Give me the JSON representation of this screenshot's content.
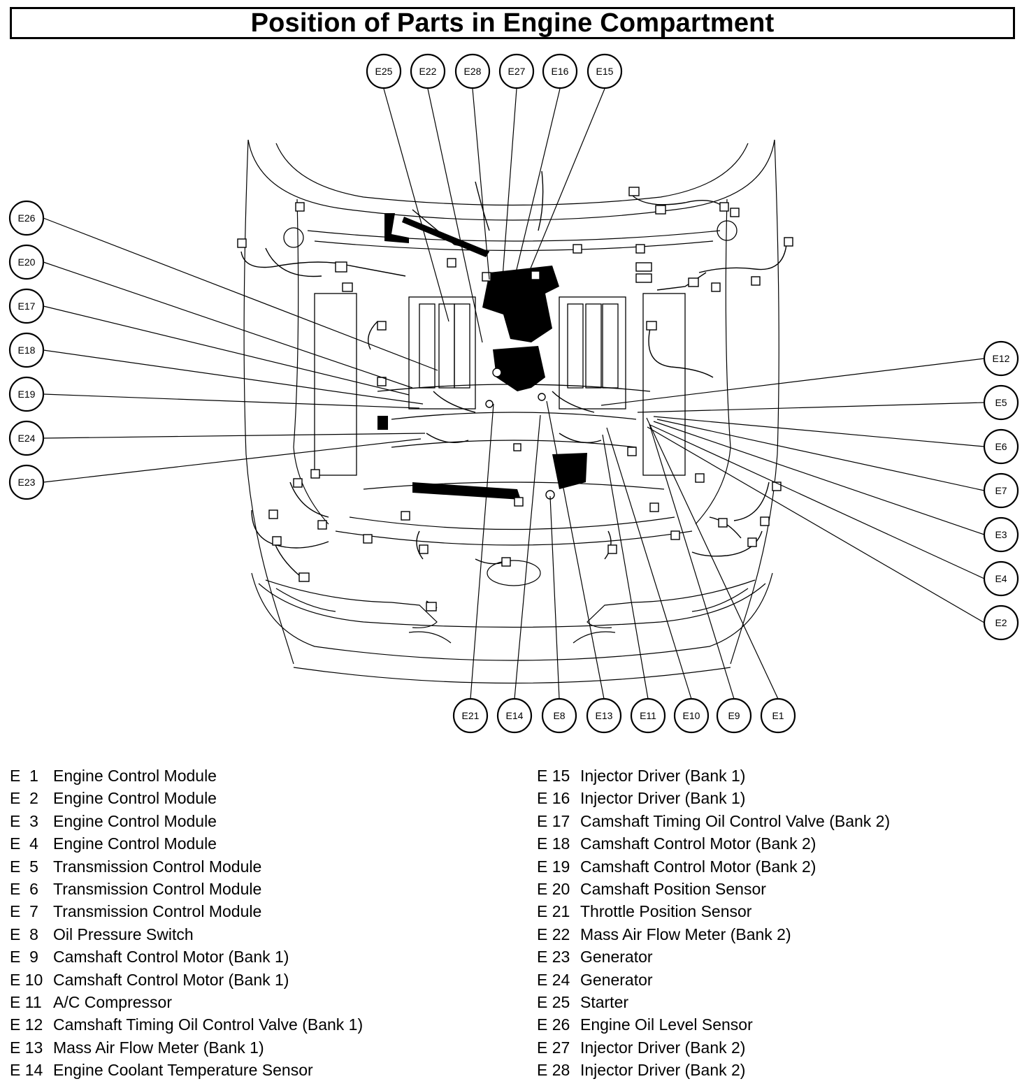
{
  "title": "Position of Parts in Engine Compartment",
  "callouts": {
    "E25": "E25",
    "E22": "E22",
    "E28": "E28",
    "E27": "E27",
    "E16": "E16",
    "E15": "E15",
    "E26": "E26",
    "E20": "E20",
    "E17": "E17",
    "E18": "E18",
    "E19": "E19",
    "E24": "E24",
    "E23": "E23",
    "E12": "E12",
    "E5": "E5",
    "E6": "E6",
    "E7": "E7",
    "E3": "E3",
    "E4": "E4",
    "E2": "E2",
    "E21": "E21",
    "E14": "E14",
    "E8": "E8",
    "E13": "E13",
    "E11": "E11",
    "E10": "E10",
    "E9": "E9",
    "E1": "E1"
  },
  "legend_left": [
    {
      "code": "E  1",
      "name": "Engine Control Module"
    },
    {
      "code": "E  2",
      "name": "Engine Control Module"
    },
    {
      "code": "E  3",
      "name": "Engine Control Module"
    },
    {
      "code": "E  4",
      "name": "Engine Control Module"
    },
    {
      "code": "E  5",
      "name": "Transmission Control Module"
    },
    {
      "code": "E  6",
      "name": "Transmission Control Module"
    },
    {
      "code": "E  7",
      "name": "Transmission Control Module"
    },
    {
      "code": "E  8",
      "name": "Oil Pressure Switch"
    },
    {
      "code": "E  9",
      "name": "Camshaft Control Motor (Bank 1)"
    },
    {
      "code": "E 10",
      "name": "Camshaft Control Motor (Bank 1)"
    },
    {
      "code": "E 11",
      "name": "A/C Compressor"
    },
    {
      "code": "E 12",
      "name": "Camshaft Timing Oil Control Valve (Bank 1)"
    },
    {
      "code": "E 13",
      "name": "Mass Air Flow Meter (Bank 1)"
    },
    {
      "code": "E 14",
      "name": "Engine Coolant Temperature Sensor"
    }
  ],
  "legend_right": [
    {
      "code": "E 15",
      "name": "Injector Driver (Bank 1)"
    },
    {
      "code": "E 16",
      "name": "Injector Driver (Bank 1)"
    },
    {
      "code": "E 17",
      "name": "Camshaft Timing Oil Control Valve (Bank 2)"
    },
    {
      "code": "E 18",
      "name": "Camshaft Control Motor (Bank 2)"
    },
    {
      "code": "E 19",
      "name": "Camshaft Control Motor (Bank 2)"
    },
    {
      "code": "E 20",
      "name": "Camshaft Position Sensor"
    },
    {
      "code": "E 21",
      "name": "Throttle Position Sensor"
    },
    {
      "code": "E 22",
      "name": "Mass Air Flow Meter (Bank 2)"
    },
    {
      "code": "E 23",
      "name": "Generator"
    },
    {
      "code": "E 24",
      "name": "Generator"
    },
    {
      "code": "E 25",
      "name": "Starter"
    },
    {
      "code": "E 26",
      "name": "Engine Oil Level Sensor"
    },
    {
      "code": "E 27",
      "name": "Injector Driver (Bank 2)"
    },
    {
      "code": "E 28",
      "name": "Injector Driver (Bank 2)"
    }
  ]
}
